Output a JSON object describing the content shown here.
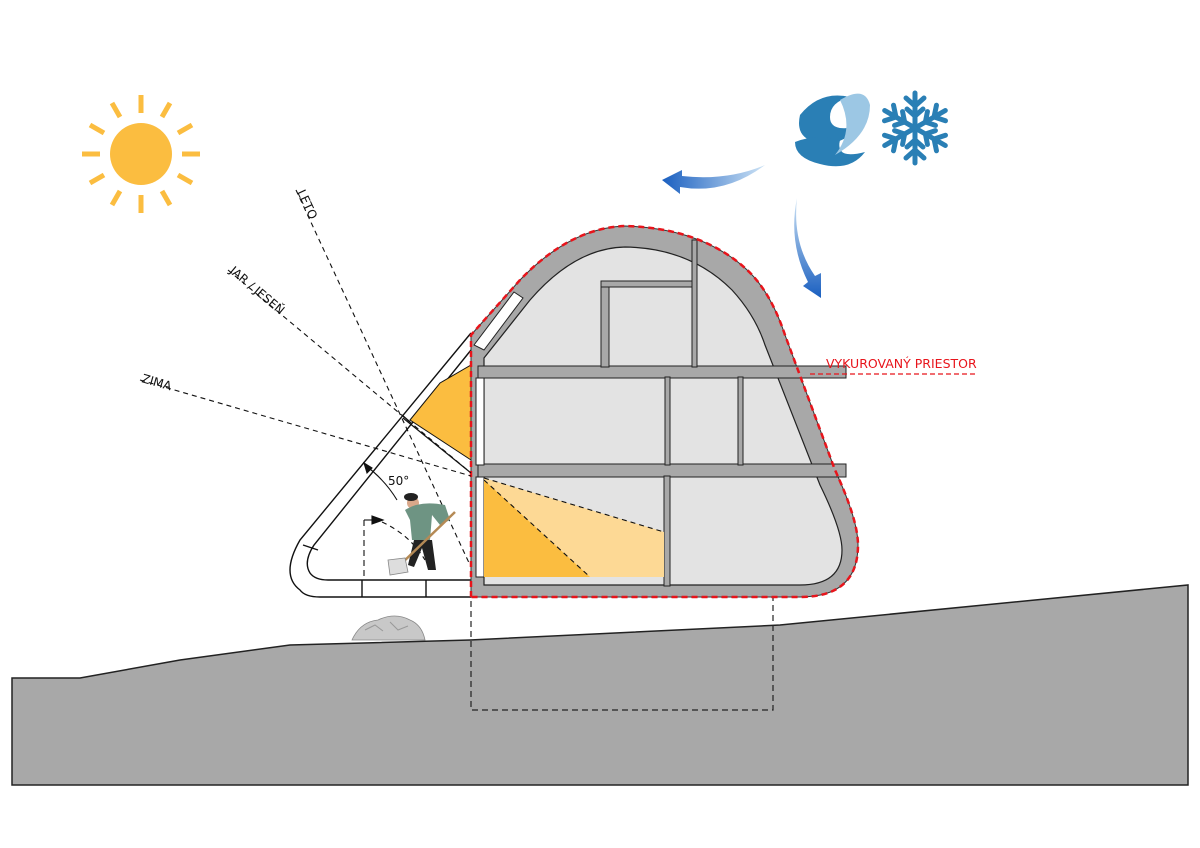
{
  "labels": {
    "summer": "LETO",
    "spring_autumn": "JAR / JESEŇ",
    "winter": "ZIMA",
    "angle": "50°",
    "heated_space": "VYKUROVANÝ PRIESTOR"
  },
  "icons": [
    "sun-icon",
    "wind-icon",
    "snowflake-icon",
    "wind-arrow-icon",
    "person-shoveling",
    "rock-pile"
  ],
  "colors": {
    "sun": "#fbbd40",
    "sun_zone_strong": "#fbbd40",
    "sun_zone_light": "#fdd995",
    "wall": "#a8a8a8",
    "room": "#e3e3e3",
    "ground": "#a8a8a8",
    "heated_outline": "#e8141b",
    "weather": "#2a7fb5"
  }
}
